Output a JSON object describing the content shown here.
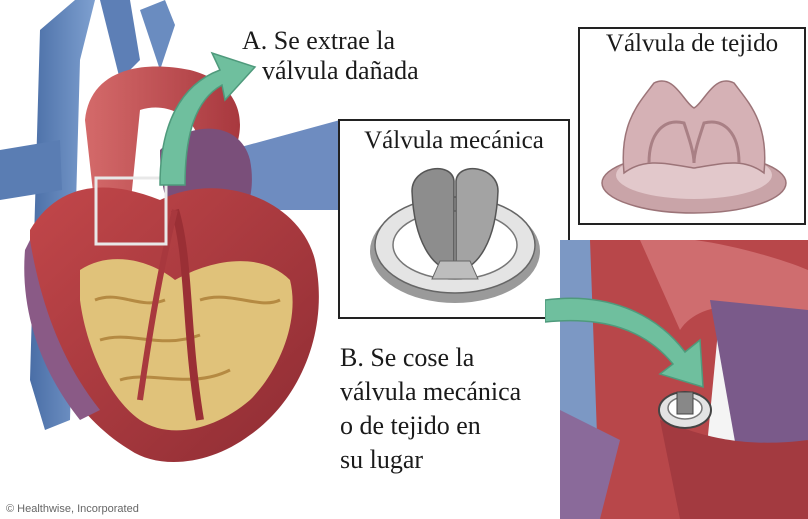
{
  "step_a": {
    "line1": "A. Se extrae la",
    "line2": "válvula dañada"
  },
  "mechanical_valve": {
    "title": "Válvula mecánica"
  },
  "tissue_valve": {
    "title": "Válvula de tejido"
  },
  "step_b": {
    "line1": "B. Se cose la",
    "line2": "válvula mecánica",
    "line3": "o de tejido en",
    "line4": "su lugar"
  },
  "credit": "© Healthwise, Incorporated",
  "colors": {
    "arrow": "#6fbf9e",
    "heart_red": "#b83a3a",
    "fat_yellow": "#e0c27a",
    "vein_blue": "#5b7fb5",
    "tissue_pink": "#c9a4a8"
  }
}
